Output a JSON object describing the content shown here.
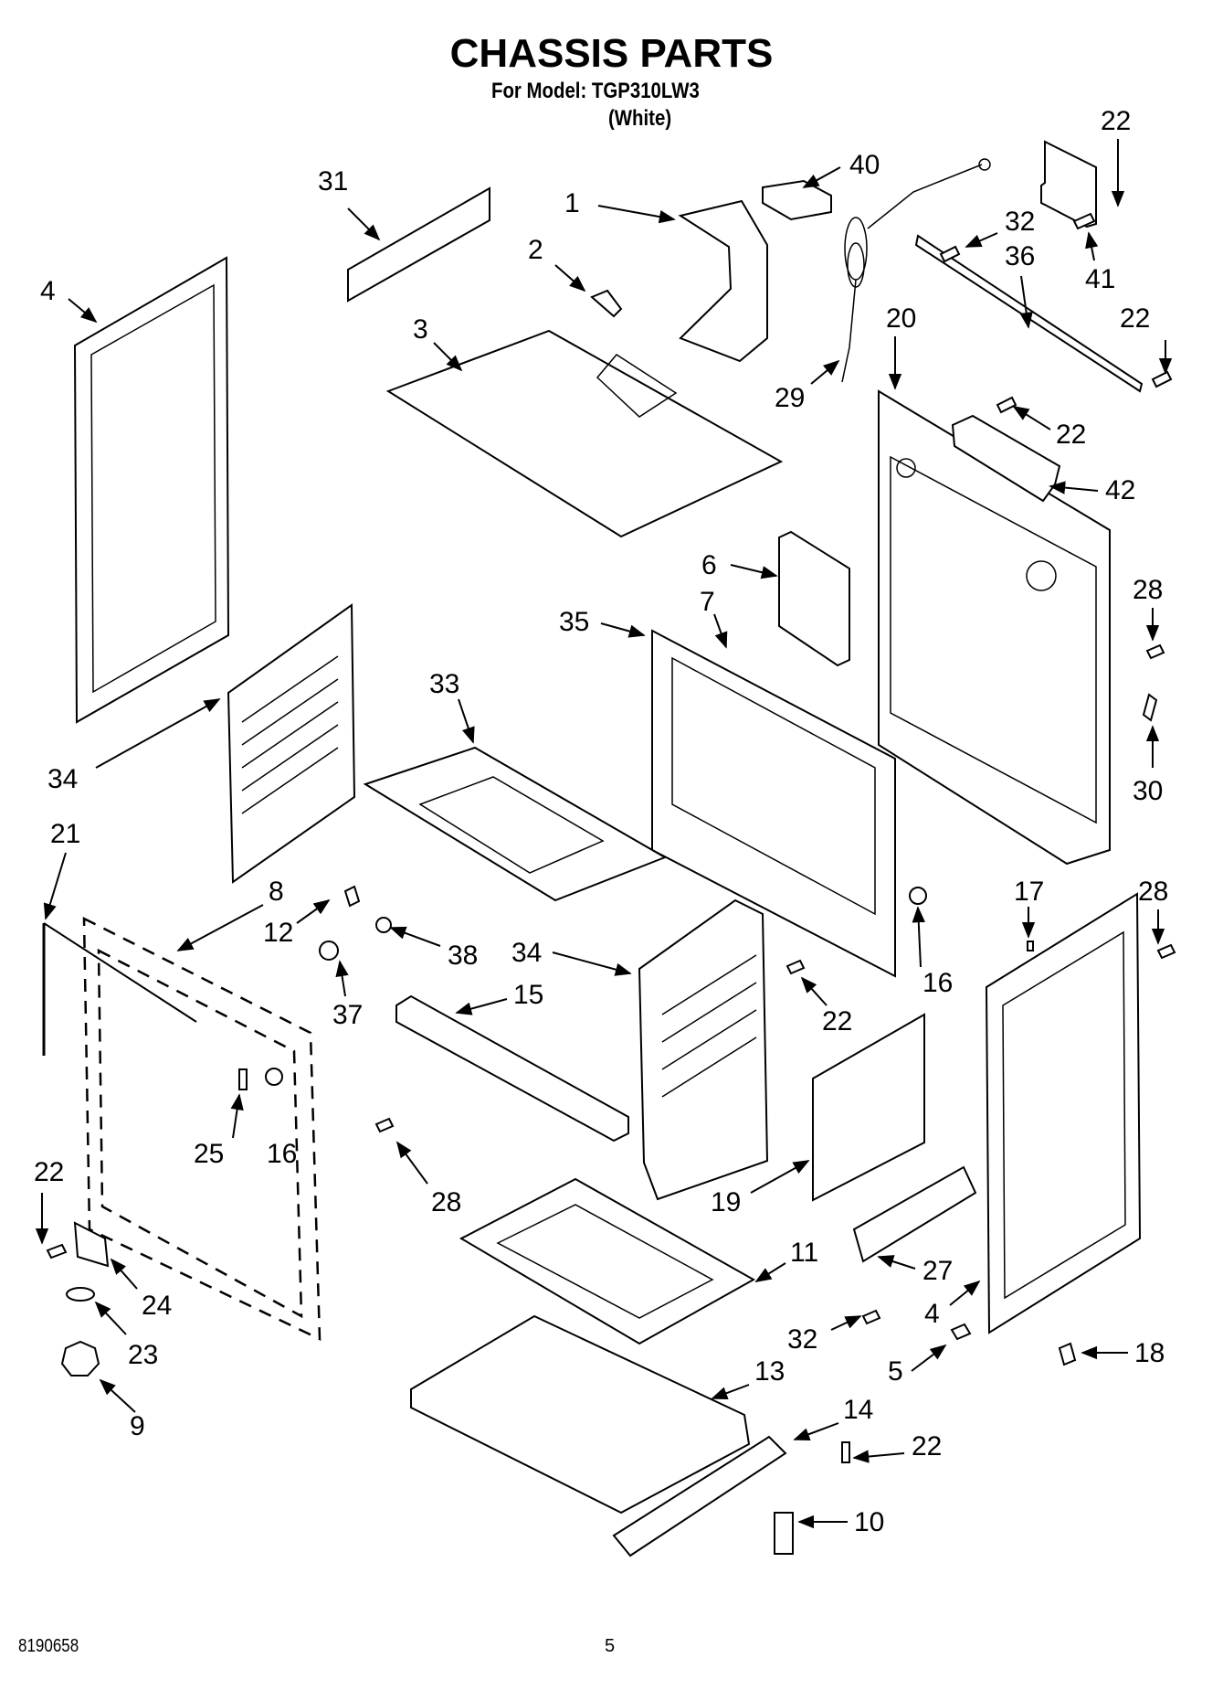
{
  "header": {
    "title": "CHASSIS PARTS",
    "model_line": "For Model: TGP310LW3",
    "color_line": "(White)"
  },
  "footer": {
    "doc_number": "8190658",
    "page_number": "5"
  },
  "callouts": [
    {
      "id": "c31",
      "label": "31"
    },
    {
      "id": "c1",
      "label": "1"
    },
    {
      "id": "c40",
      "label": "40"
    },
    {
      "id": "c22a",
      "label": "22"
    },
    {
      "id": "c2",
      "label": "2"
    },
    {
      "id": "c32a",
      "label": "32"
    },
    {
      "id": "c36",
      "label": "36"
    },
    {
      "id": "c41",
      "label": "41"
    },
    {
      "id": "c4a",
      "label": "4"
    },
    {
      "id": "c3",
      "label": "3"
    },
    {
      "id": "c22b",
      "label": "22"
    },
    {
      "id": "c20",
      "label": "20"
    },
    {
      "id": "c29",
      "label": "29"
    },
    {
      "id": "c22c",
      "label": "22"
    },
    {
      "id": "c42",
      "label": "42"
    },
    {
      "id": "c6",
      "label": "6"
    },
    {
      "id": "c7",
      "label": "7"
    },
    {
      "id": "c35",
      "label": "35"
    },
    {
      "id": "c28a",
      "label": "28"
    },
    {
      "id": "c33",
      "label": "33"
    },
    {
      "id": "c34a",
      "label": "34"
    },
    {
      "id": "c30",
      "label": "30"
    },
    {
      "id": "c21",
      "label": "21"
    },
    {
      "id": "c8",
      "label": "8"
    },
    {
      "id": "c12",
      "label": "12"
    },
    {
      "id": "c38",
      "label": "38"
    },
    {
      "id": "c17",
      "label": "17"
    },
    {
      "id": "c28b",
      "label": "28"
    },
    {
      "id": "c34b",
      "label": "34"
    },
    {
      "id": "c16a",
      "label": "16"
    },
    {
      "id": "c37",
      "label": "37"
    },
    {
      "id": "c15",
      "label": "15"
    },
    {
      "id": "c22d",
      "label": "22"
    },
    {
      "id": "c25",
      "label": "25"
    },
    {
      "id": "c16b",
      "label": "16"
    },
    {
      "id": "c22e",
      "label": "22"
    },
    {
      "id": "c28c",
      "label": "28"
    },
    {
      "id": "c19",
      "label": "19"
    },
    {
      "id": "c11",
      "label": "11"
    },
    {
      "id": "c27",
      "label": "27"
    },
    {
      "id": "c24",
      "label": "24"
    },
    {
      "id": "c4b",
      "label": "4"
    },
    {
      "id": "c32b",
      "label": "32"
    },
    {
      "id": "c23",
      "label": "23"
    },
    {
      "id": "c13",
      "label": "13"
    },
    {
      "id": "c18",
      "label": "18"
    },
    {
      "id": "c5",
      "label": "5"
    },
    {
      "id": "c9",
      "label": "9"
    },
    {
      "id": "c14",
      "label": "14"
    },
    {
      "id": "c22f",
      "label": "22"
    },
    {
      "id": "c10",
      "label": "10"
    }
  ]
}
